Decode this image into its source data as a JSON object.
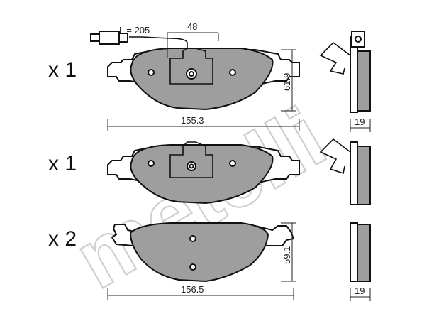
{
  "watermark": {
    "text": "metelli"
  },
  "pads": [
    {
      "quantity": "x 1",
      "width_label": "155.3",
      "height_label": "61.9",
      "thickness_label": "19",
      "wire_label": "L = 205",
      "sensor_offset_label": "48"
    },
    {
      "quantity": "x 1"
    },
    {
      "quantity": "x 2",
      "width_label": "156.5",
      "height_label": "59.1",
      "thickness_label": "19"
    }
  ]
}
